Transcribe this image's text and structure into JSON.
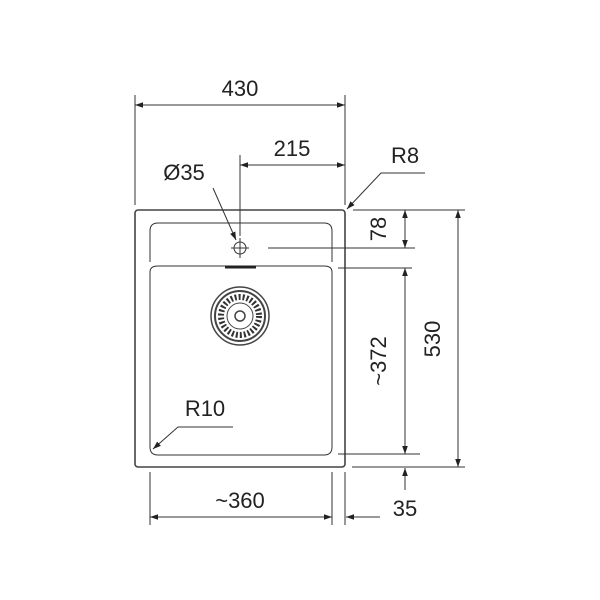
{
  "title": "Sink dimension drawing",
  "dimensions": {
    "total_width": "430",
    "tap_offset": "215",
    "tap_hole_diameter": "Ø35",
    "outer_radius": "R8",
    "top_rim": "78",
    "bowl_depth_length": "~372",
    "total_length": "530",
    "bowl_width": "~360",
    "rim_side": "35",
    "bowl_radius": "R10"
  }
}
